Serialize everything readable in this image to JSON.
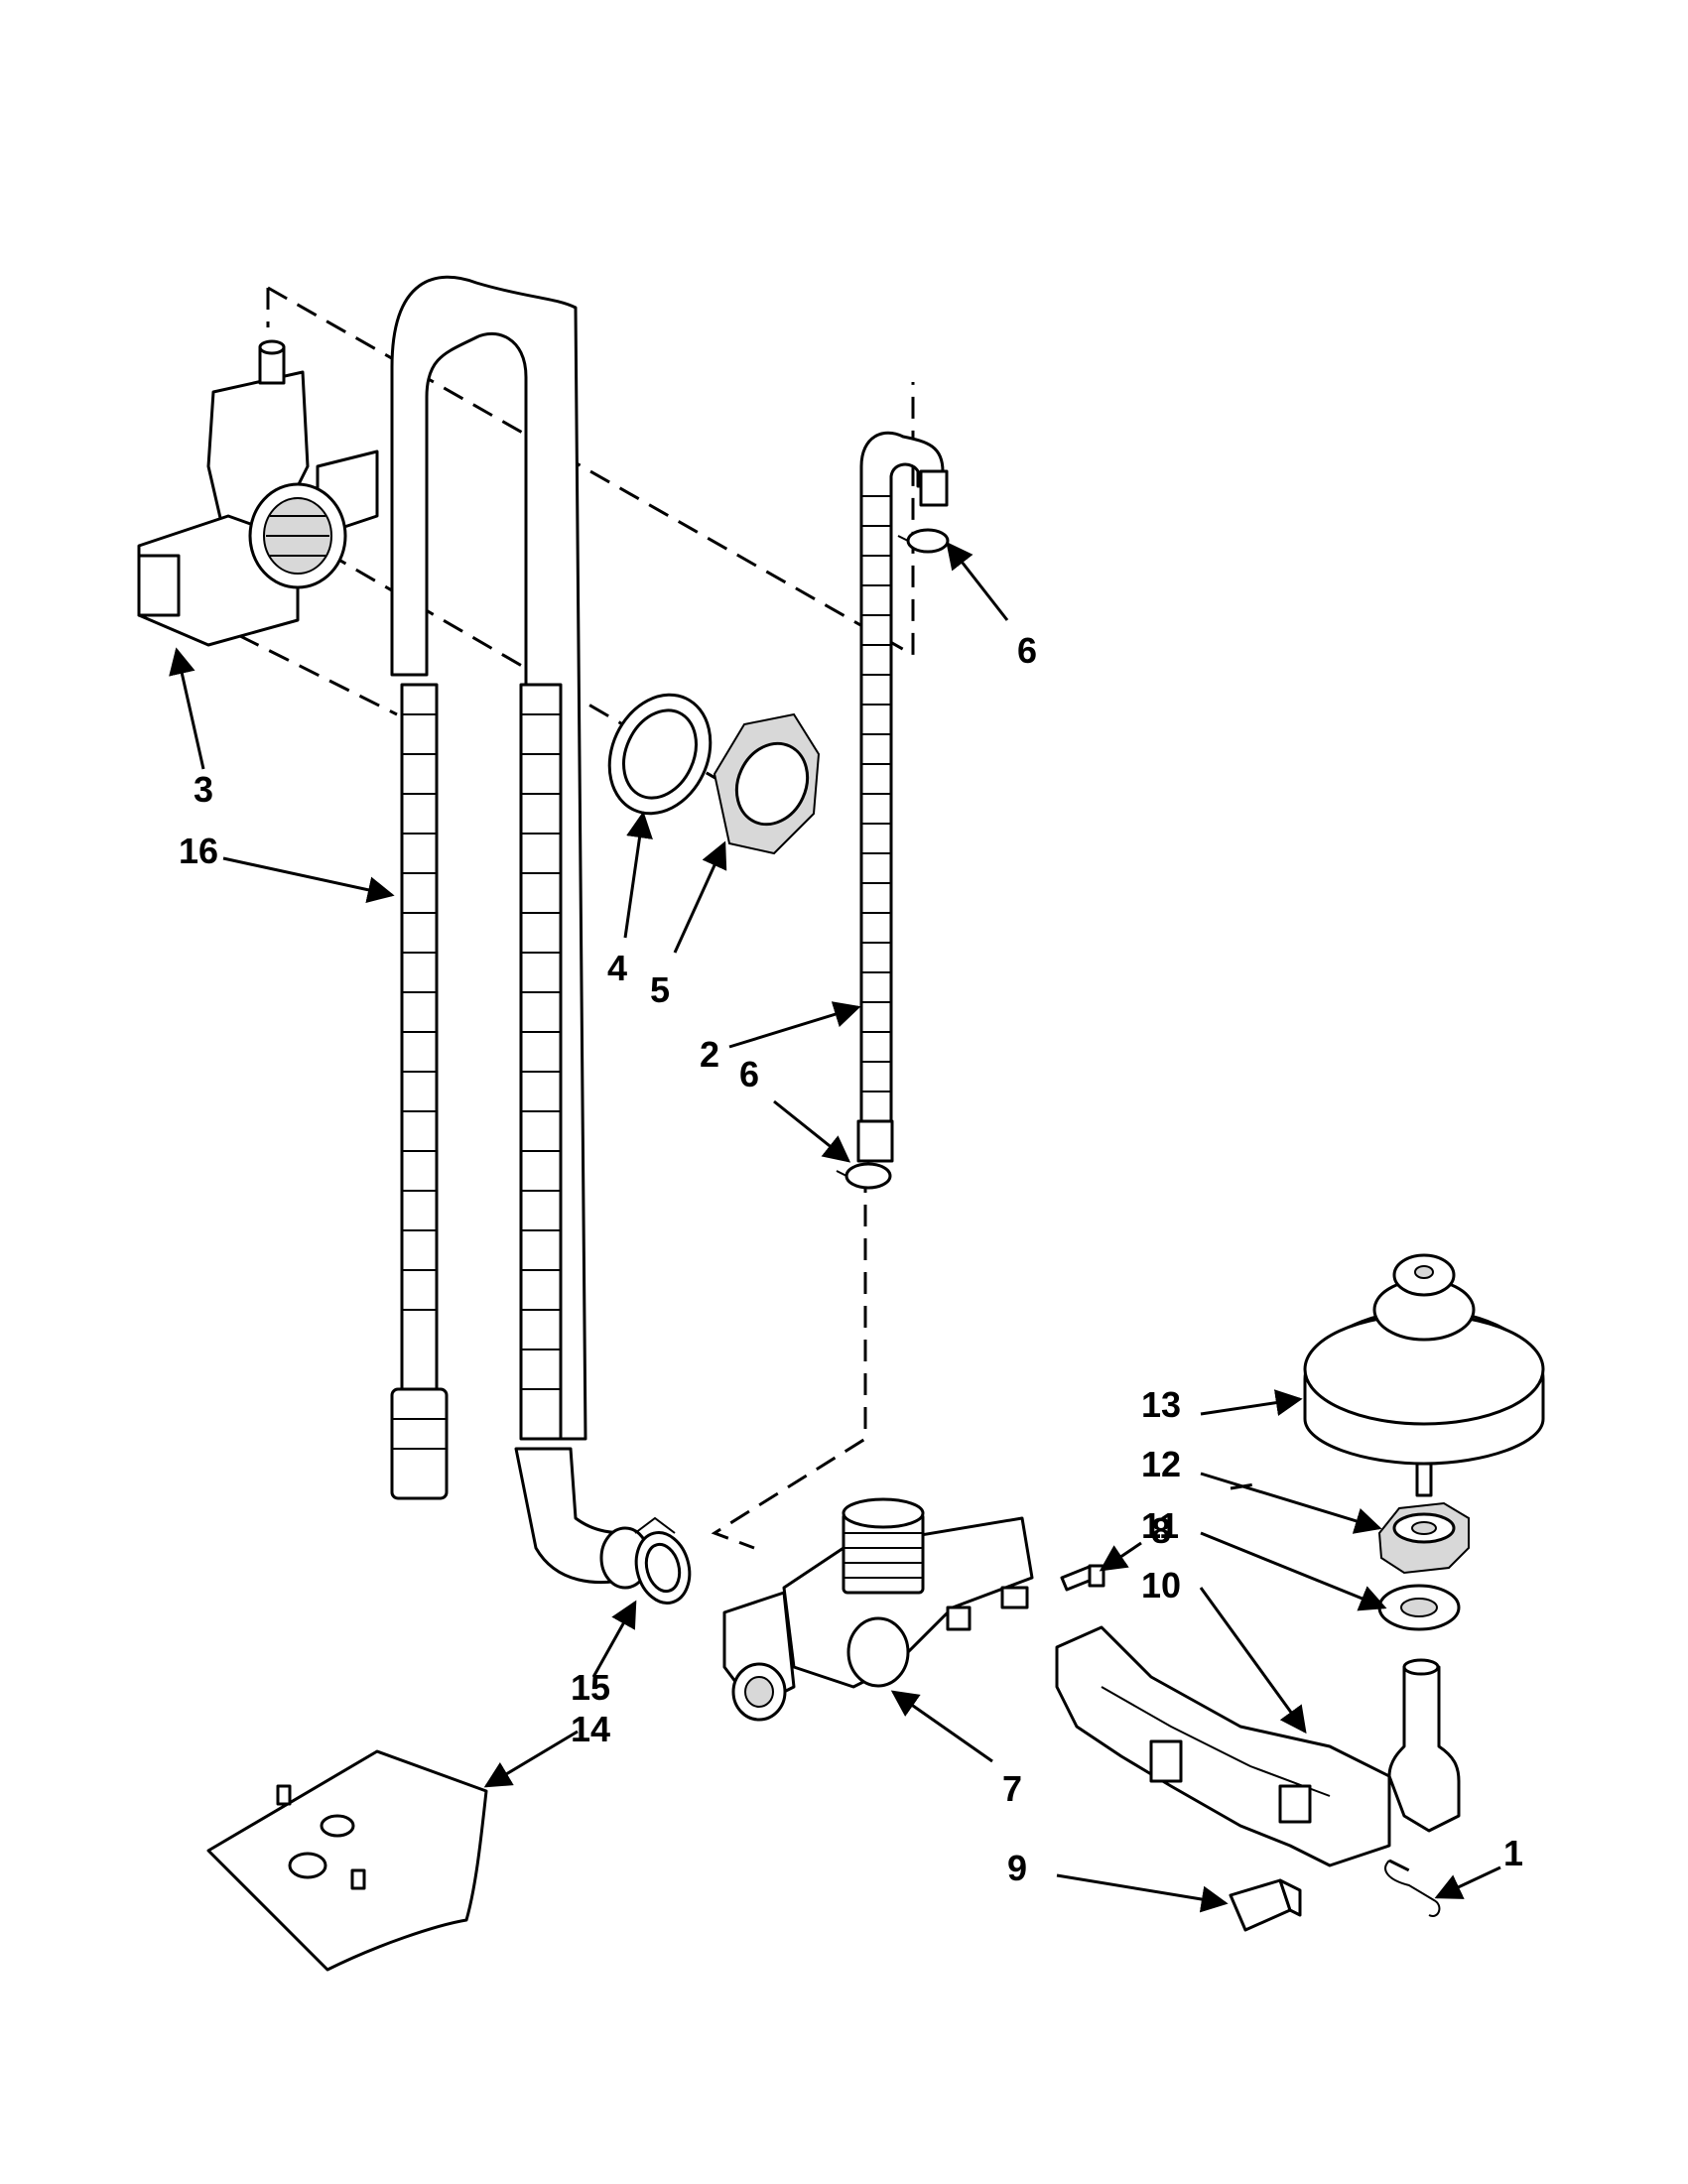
{
  "diagram": {
    "callouts": {
      "c1": "1",
      "c2": "2",
      "c3": "3",
      "c4": "4",
      "c5": "5",
      "c6a": "6",
      "c6b": "6",
      "c7": "7",
      "c8": "8",
      "c9": "9",
      "c10": "10",
      "c11": "11",
      "c12": "12",
      "c13": "13",
      "c14": "14",
      "c15": "15",
      "c16": "16"
    }
  }
}
